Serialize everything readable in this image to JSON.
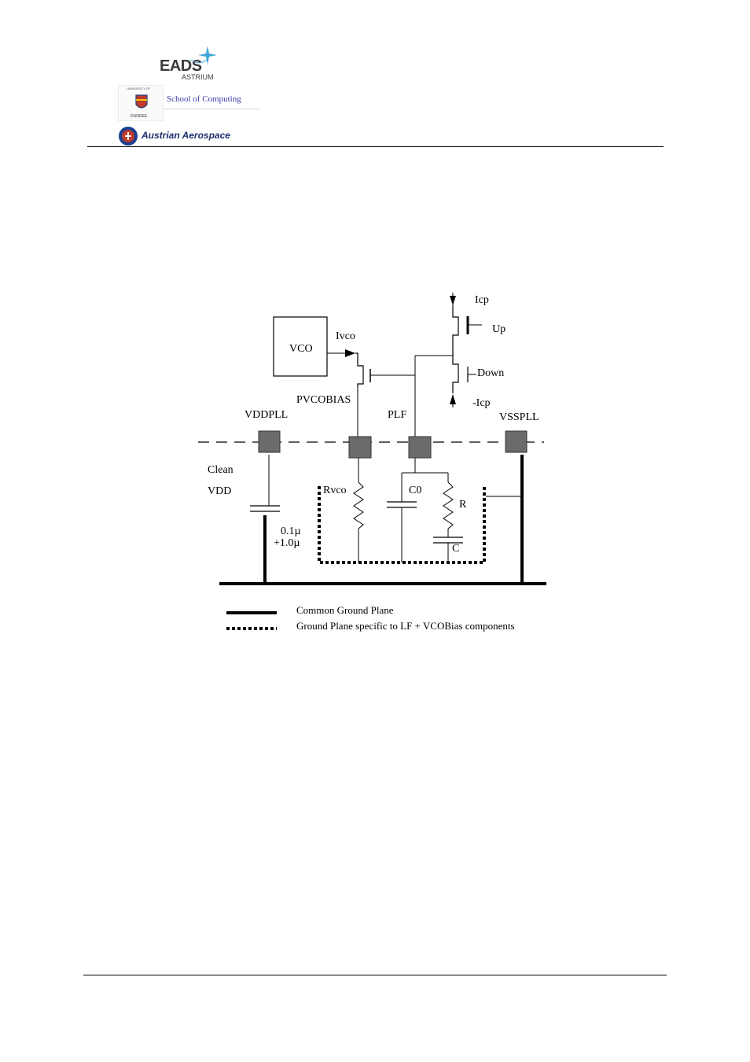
{
  "header": {
    "logos": {
      "eads": {
        "main": "EADS",
        "sub": "ASTRIUM"
      },
      "dundee": {
        "text": "School of Computing",
        "seal_top": "UNIVERSITY OF",
        "seal_bottom": "DUNDEE"
      },
      "austrian": {
        "text": "Austrian Aerospace"
      }
    }
  },
  "diagram": {
    "labels": {
      "icp": "Icp",
      "up": "Up",
      "vco": "VCO",
      "ivco": "Ivco",
      "down": "Down",
      "neg_icp": "-Icp",
      "pvcobias": "PVCOBIAS",
      "plf": "PLF",
      "vddpll": "VDDPLL",
      "vsspll": "VSSPLL",
      "clean": "Clean",
      "vdd": "VDD",
      "rvco": "Rvco",
      "c0": "C0",
      "r": "R",
      "c": "C",
      "cap1": "0.1µ",
      "cap2": "+1.0µ"
    },
    "legend": {
      "solid": "Common Ground Plane",
      "dotted": "Ground Plane specific to LF + VCOBias components"
    }
  }
}
